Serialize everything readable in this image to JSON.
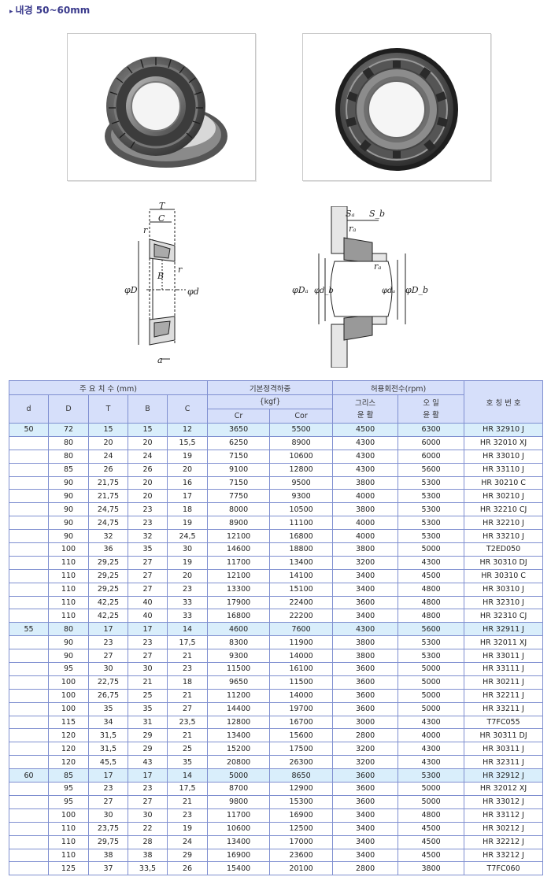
{
  "heading": {
    "bullet": "▸",
    "text": "내경 50~60mm"
  },
  "diagram1": {
    "T": "T",
    "C": "C",
    "r1": "r",
    "r2": "r",
    "B": "B",
    "D": "φD",
    "d": "φd",
    "a": "a"
  },
  "diagram2": {
    "Sa": "Sₐ",
    "Sb": "S_b",
    "ra1": "rₐ",
    "ra2": "rₐ",
    "Da": "φDₐ",
    "db": "φd_b",
    "da": "φdₐ",
    "Db": "φD_b"
  },
  "table": {
    "header": {
      "main_dims": "주 요 치 수 (mm)",
      "load_rating": "기본정격하중",
      "load_unit": "{kgf}",
      "speed": "허용회전수(rpm)",
      "designation": "호 칭 번 호",
      "d": "d",
      "D": "D",
      "T": "T",
      "B": "B",
      "C": "C",
      "Cr": "Cr",
      "Cor": "Cor",
      "grease": "그리스\n윤 활",
      "oil": "오 일\n윤 활"
    },
    "rows": [
      [
        "50",
        "72",
        "15",
        "15",
        "12",
        "3650",
        "5500",
        "4500",
        "6300",
        "HR 32910 J"
      ],
      [
        "",
        "80",
        "20",
        "20",
        "15,5",
        "6250",
        "8900",
        "4300",
        "6000",
        "HR 32010 XJ"
      ],
      [
        "",
        "80",
        "24",
        "24",
        "19",
        "7150",
        "10600",
        "4300",
        "6000",
        "HR 33010 J"
      ],
      [
        "",
        "85",
        "26",
        "26",
        "20",
        "9100",
        "12800",
        "4300",
        "5600",
        "HR 33110 J"
      ],
      [
        "",
        "90",
        "21,75",
        "20",
        "16",
        "7150",
        "9500",
        "3800",
        "5300",
        "HR 30210 C"
      ],
      [
        "",
        "90",
        "21,75",
        "20",
        "17",
        "7750",
        "9300",
        "4000",
        "5300",
        "HR 30210 J"
      ],
      [
        "",
        "90",
        "24,75",
        "23",
        "18",
        "8000",
        "10500",
        "3800",
        "5300",
        "HR 32210 CJ"
      ],
      [
        "",
        "90",
        "24,75",
        "23",
        "19",
        "8900",
        "11100",
        "4000",
        "5300",
        "HR 32210 J"
      ],
      [
        "",
        "90",
        "32",
        "32",
        "24,5",
        "12100",
        "16800",
        "4000",
        "5300",
        "HR 33210 J"
      ],
      [
        "",
        "100",
        "36",
        "35",
        "30",
        "14600",
        "18800",
        "3800",
        "5000",
        "T2ED050"
      ],
      [
        "",
        "110",
        "29,25",
        "27",
        "19",
        "11700",
        "13400",
        "3200",
        "4300",
        "HR 30310 DJ"
      ],
      [
        "",
        "110",
        "29,25",
        "27",
        "20",
        "12100",
        "14100",
        "3400",
        "4500",
        "HR 30310 C"
      ],
      [
        "",
        "110",
        "29,25",
        "27",
        "23",
        "13300",
        "15100",
        "3400",
        "4800",
        "HR 30310 J"
      ],
      [
        "",
        "110",
        "42,25",
        "40",
        "33",
        "17900",
        "22400",
        "3600",
        "4800",
        "HR 32310 J"
      ],
      [
        "",
        "110",
        "42,25",
        "40",
        "33",
        "16800",
        "22200",
        "3400",
        "4800",
        "HR 32310 CJ"
      ],
      [
        "55",
        "80",
        "17",
        "17",
        "14",
        "4600",
        "7600",
        "4300",
        "5600",
        "HR 32911 J"
      ],
      [
        "",
        "90",
        "23",
        "23",
        "17,5",
        "8300",
        "11900",
        "3800",
        "5300",
        "HR 32011 XJ"
      ],
      [
        "",
        "90",
        "27",
        "27",
        "21",
        "9300",
        "14000",
        "3800",
        "5300",
        "HR 33011 J"
      ],
      [
        "",
        "95",
        "30",
        "30",
        "23",
        "11500",
        "16100",
        "3600",
        "5000",
        "HR 33111 J"
      ],
      [
        "",
        "100",
        "22,75",
        "21",
        "18",
        "9650",
        "11500",
        "3600",
        "5000",
        "HR 30211 J"
      ],
      [
        "",
        "100",
        "26,75",
        "25",
        "21",
        "11200",
        "14000",
        "3600",
        "5000",
        "HR 32211 J"
      ],
      [
        "",
        "100",
        "35",
        "35",
        "27",
        "14400",
        "19700",
        "3600",
        "5000",
        "HR 33211 J"
      ],
      [
        "",
        "115",
        "34",
        "31",
        "23,5",
        "12800",
        "16700",
        "3000",
        "4300",
        "T7FC055"
      ],
      [
        "",
        "120",
        "31,5",
        "29",
        "21",
        "13400",
        "15600",
        "2800",
        "4000",
        "HR 30311 DJ"
      ],
      [
        "",
        "120",
        "31,5",
        "29",
        "25",
        "15200",
        "17500",
        "3200",
        "4300",
        "HR 30311 J"
      ],
      [
        "",
        "120",
        "45,5",
        "43",
        "35",
        "20800",
        "26300",
        "3200",
        "4300",
        "HR 32311 J"
      ],
      [
        "60",
        "85",
        "17",
        "17",
        "14",
        "5000",
        "8650",
        "3600",
        "5300",
        "HR 32912 J"
      ],
      [
        "",
        "95",
        "23",
        "23",
        "17,5",
        "8700",
        "12900",
        "3600",
        "5000",
        "HR 32012 XJ"
      ],
      [
        "",
        "95",
        "27",
        "27",
        "21",
        "9800",
        "15300",
        "3600",
        "5000",
        "HR 33012 J"
      ],
      [
        "",
        "100",
        "30",
        "30",
        "23",
        "11700",
        "16900",
        "3400",
        "4800",
        "HR 33112 J"
      ],
      [
        "",
        "110",
        "23,75",
        "22",
        "19",
        "10600",
        "12500",
        "3400",
        "4500",
        "HR 30212 J"
      ],
      [
        "",
        "110",
        "29,75",
        "28",
        "24",
        "13400",
        "17000",
        "3400",
        "4500",
        "HR 32212 J"
      ],
      [
        "",
        "110",
        "38",
        "38",
        "29",
        "16900",
        "23600",
        "3400",
        "4500",
        "HR 33212 J"
      ],
      [
        "",
        "125",
        "37",
        "33,5",
        "26",
        "15400",
        "20100",
        "2800",
        "3800",
        "T7FC060"
      ]
    ]
  }
}
